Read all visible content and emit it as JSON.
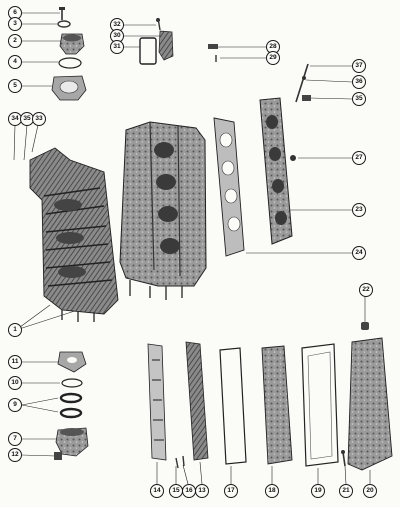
{
  "diagram": {
    "callouts": [
      {
        "id": "c6",
        "label": "6"
      },
      {
        "id": "c3",
        "label": "3"
      },
      {
        "id": "c2",
        "label": "2"
      },
      {
        "id": "c4",
        "label": "4"
      },
      {
        "id": "c5",
        "label": "5"
      },
      {
        "id": "c32",
        "label": "32"
      },
      {
        "id": "c30",
        "label": "30"
      },
      {
        "id": "c31",
        "label": "31"
      },
      {
        "id": "c28",
        "label": "28"
      },
      {
        "id": "c29",
        "label": "29"
      },
      {
        "id": "c37",
        "label": "37"
      },
      {
        "id": "c36",
        "label": "36"
      },
      {
        "id": "c35",
        "label": "35"
      },
      {
        "id": "c34",
        "label": "34"
      },
      {
        "id": "c35b",
        "label": "35"
      },
      {
        "id": "c33",
        "label": "33"
      },
      {
        "id": "c27",
        "label": "27"
      },
      {
        "id": "c23",
        "label": "23"
      },
      {
        "id": "c24",
        "label": "24"
      },
      {
        "id": "c1",
        "label": "1"
      },
      {
        "id": "c22",
        "label": "22"
      },
      {
        "id": "c11",
        "label": "11"
      },
      {
        "id": "c10",
        "label": "10"
      },
      {
        "id": "c9",
        "label": "9"
      },
      {
        "id": "c7",
        "label": "7"
      },
      {
        "id": "c12",
        "label": "12"
      },
      {
        "id": "c14",
        "label": "14"
      },
      {
        "id": "c15",
        "label": "15"
      },
      {
        "id": "c16",
        "label": "16"
      },
      {
        "id": "c13",
        "label": "13"
      },
      {
        "id": "c17",
        "label": "17"
      },
      {
        "id": "c18",
        "label": "18"
      },
      {
        "id": "c19",
        "label": "19"
      },
      {
        "id": "c21",
        "label": "21"
      },
      {
        "id": "c20",
        "label": "20"
      }
    ]
  }
}
